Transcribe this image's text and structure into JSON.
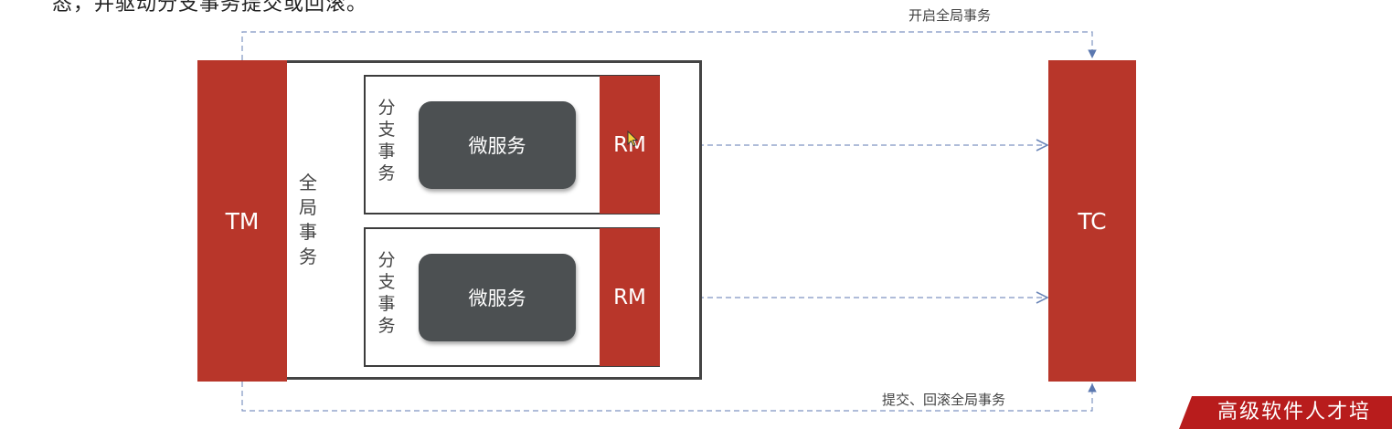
{
  "top_text": "态，并驱动分支事务提交或回滚。",
  "tm_label": "TM",
  "tc_label": "TC",
  "global_tx_label": "全局事务",
  "branches": [
    {
      "branch_label": "分支事务",
      "service_label": "微服务",
      "rm_label": "RM"
    },
    {
      "branch_label": "分支事务",
      "service_label": "微服务",
      "rm_label": "RM"
    }
  ],
  "start_global_label": "开启全局事务",
  "commit_rollback_label": "提交、回滚全局事务",
  "watermark_text": "高级软件人才培",
  "colors": {
    "accent_red": "#b8362a",
    "service_gray": "#4c5052",
    "arrow_blue": "#6b86b8"
  }
}
